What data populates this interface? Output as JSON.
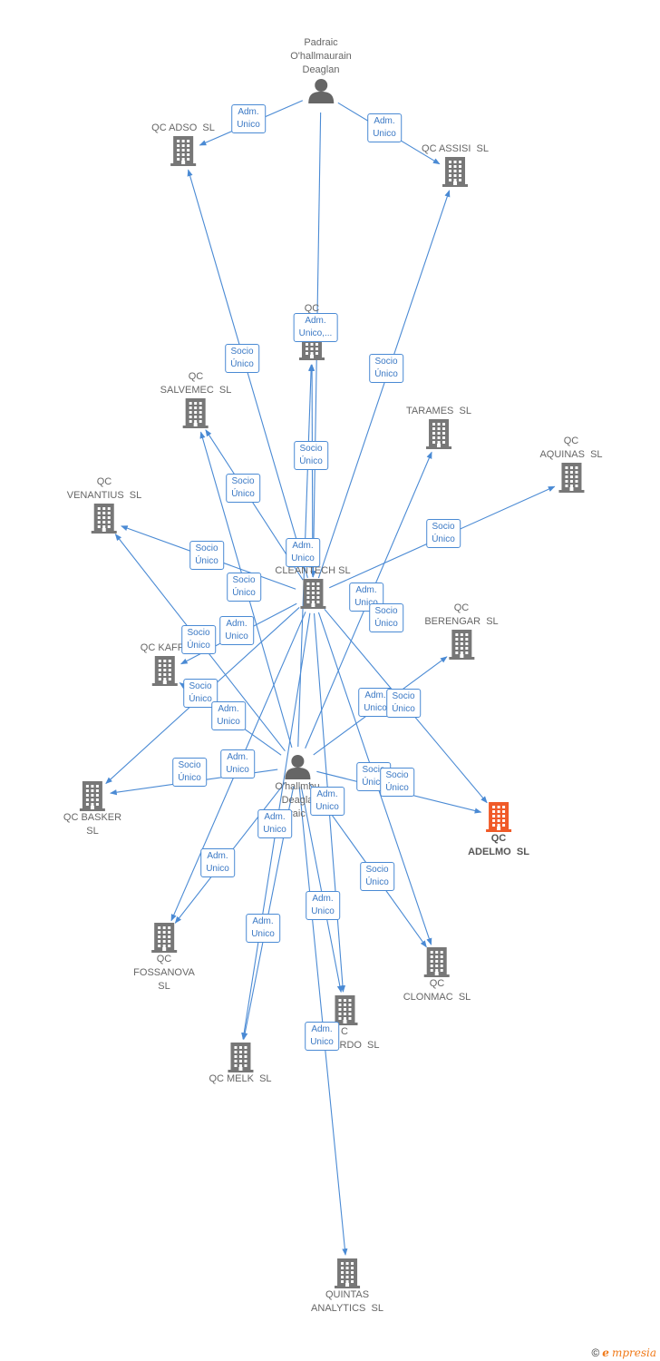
{
  "colors": {
    "edge": "#4a8ad4",
    "building": "#777777",
    "focus": "#f05a28",
    "person": "#666666"
  },
  "nodes": [
    {
      "id": "padraic",
      "type": "person",
      "label": "Padraic\nO'hallmaurain\nDeaglan",
      "label_pos": "above"
    },
    {
      "id": "adso",
      "type": "company",
      "label": "QC ADSO  SL",
      "label_pos": "above"
    },
    {
      "id": "assisi",
      "type": "company",
      "label": "QC ASSISI  SL",
      "label_pos": "above"
    },
    {
      "id": "re",
      "type": "company",
      "label": "QC\nRE",
      "label_pos": "above"
    },
    {
      "id": "salvemec",
      "type": "company",
      "label": "QC\nSALVEMEC  SL",
      "label_pos": "above"
    },
    {
      "id": "tarames",
      "type": "company",
      "label": "TARAMES  SL",
      "label_pos": "above"
    },
    {
      "id": "aquinas",
      "type": "company",
      "label": "QC\nAQUINAS  SL",
      "label_pos": "above"
    },
    {
      "id": "venantius",
      "type": "company",
      "label": "QC\nVENANTIUS  SL",
      "label_pos": "above"
    },
    {
      "id": "clean",
      "type": "company",
      "label": "AS\nCLEANTECH SL",
      "label_pos": "above"
    },
    {
      "id": "berengar",
      "type": "company",
      "label": "QC\nBERENGAR  SL",
      "label_pos": "above"
    },
    {
      "id": "kaffa",
      "type": "company",
      "label": "QC KAFFA",
      "label_pos": "above"
    },
    {
      "id": "person2",
      "type": "person",
      "label": "O'hallmhu\nDeagla\nraic",
      "label_pos": "below"
    },
    {
      "id": "adelmo",
      "type": "company",
      "focus": true,
      "label": "QC\nADELMO  SL",
      "label_pos": "below"
    },
    {
      "id": "basker",
      "type": "company",
      "label": "QC BASKER\nSL",
      "label_pos": "below"
    },
    {
      "id": "fossanova",
      "type": "company",
      "label": "QC\nFOSSANOVA\nSL",
      "label_pos": "below"
    },
    {
      "id": "clonmac",
      "type": "company",
      "label": "QC\nCLONMAC  SL",
      "label_pos": "below"
    },
    {
      "id": "alimardo",
      "type": "company",
      "label": "C\nALIMARDO  SL",
      "label_pos": "below"
    },
    {
      "id": "melk",
      "type": "company",
      "label": "QC MELK  SL",
      "label_pos": "below"
    },
    {
      "id": "quintas",
      "type": "company",
      "label": "QUINTAS\nANALYTICS  SL",
      "label_pos": "below"
    }
  ],
  "edges": [
    {
      "from": "padraic",
      "to": "adso"
    },
    {
      "from": "padraic",
      "to": "assisi"
    },
    {
      "from": "padraic",
      "to": "clean"
    },
    {
      "from": "clean",
      "to": "adso"
    },
    {
      "from": "clean",
      "to": "assisi"
    },
    {
      "from": "clean",
      "to": "re"
    },
    {
      "from": "clean",
      "to": "salvemec"
    },
    {
      "from": "clean",
      "to": "venantius"
    },
    {
      "from": "clean",
      "to": "aquinas"
    },
    {
      "from": "clean",
      "to": "kaffa"
    },
    {
      "from": "clean",
      "to": "basker"
    },
    {
      "from": "clean",
      "to": "fossanova"
    },
    {
      "from": "clean",
      "to": "melk"
    },
    {
      "from": "clean",
      "to": "alimardo"
    },
    {
      "from": "clean",
      "to": "clonmac"
    },
    {
      "from": "clean",
      "to": "adelmo"
    },
    {
      "from": "person2",
      "to": "re"
    },
    {
      "from": "person2",
      "to": "salvemec"
    },
    {
      "from": "person2",
      "to": "venantius"
    },
    {
      "from": "person2",
      "to": "tarames"
    },
    {
      "from": "person2",
      "to": "berengar"
    },
    {
      "from": "person2",
      "to": "adelmo"
    },
    {
      "from": "person2",
      "to": "basker"
    },
    {
      "from": "person2",
      "to": "fossanova"
    },
    {
      "from": "person2",
      "to": "melk"
    },
    {
      "from": "person2",
      "to": "alimardo"
    },
    {
      "from": "person2",
      "to": "clonmac"
    },
    {
      "from": "person2",
      "to": "quintas"
    },
    {
      "from": "person2",
      "to": "kaffa"
    }
  ],
  "edge_labels": [
    {
      "text": "Adm.\nUnico"
    },
    {
      "text": "Adm.\nUnico"
    },
    {
      "text": "Adm.\nUnico,..."
    },
    {
      "text": "Socio\nÚnico"
    },
    {
      "text": "Socio\nÚnico"
    },
    {
      "text": "Socio\nÚnico"
    },
    {
      "text": "Socio\nÚnico"
    },
    {
      "text": "Socio\nÚnico"
    },
    {
      "text": "Adm.\nUnico"
    },
    {
      "text": "Socio\nÚnico"
    },
    {
      "text": "Adm.\nUnico"
    },
    {
      "text": "Socio\nÚnico"
    },
    {
      "text": "Socio\nÚnico"
    },
    {
      "text": "Adm.\nUnico"
    },
    {
      "text": "Socio\nÚnico"
    },
    {
      "text": "Socio\nÚnico"
    },
    {
      "text": "Adm.\nUnico"
    },
    {
      "text": "Adm.\nUnico"
    },
    {
      "text": "Socio\nÚnico"
    },
    {
      "text": "Socio\nÚnico"
    },
    {
      "text": "Adm.\nUnico"
    },
    {
      "text": "Socio\nÚnico"
    },
    {
      "text": "Socio\nÚnico"
    },
    {
      "text": "Adm.\nUnico"
    },
    {
      "text": "Adm.\nUnico"
    },
    {
      "text": "Adm.\nUnico"
    },
    {
      "text": "Socio\nÚnico"
    },
    {
      "text": "Adm.\nUnico"
    },
    {
      "text": "Adm.\nUnico"
    },
    {
      "text": "Adm.\nUnico"
    }
  ],
  "footer": {
    "copyright": "©",
    "brand_initial": "e",
    "brand_rest": "mpresia"
  }
}
